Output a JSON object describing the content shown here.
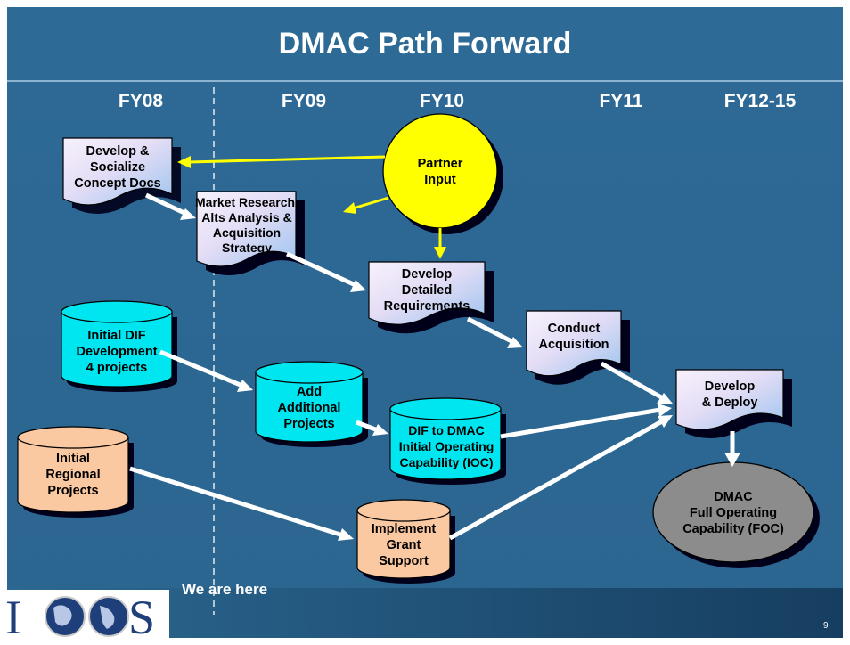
{
  "slide": {
    "title": "DMAC Path Forward",
    "marker_label": "We are here",
    "page_number": "9"
  },
  "years": [
    "FY08",
    "FY09",
    "FY10",
    "FY11",
    "FY12-15"
  ],
  "logo": {
    "text": "IOOS",
    "icon": "ioos-globe-logo"
  },
  "nodes": {
    "develop_concept": {
      "lines": [
        "Develop &",
        "Socialize",
        "Concept Docs"
      ],
      "shape": "document"
    },
    "market_research": {
      "lines": [
        "Market Research,",
        "Alts Analysis &",
        "Acquisition",
        "Strategy"
      ],
      "shape": "document"
    },
    "partner_input": {
      "lines": [
        "Partner",
        "Input"
      ],
      "shape": "circle"
    },
    "detailed_reqs": {
      "lines": [
        "Develop",
        "Detailed",
        "Requirements"
      ],
      "shape": "document"
    },
    "conduct_acq": {
      "lines": [
        "Conduct",
        "Acquisition"
      ],
      "shape": "document"
    },
    "initial_dif": {
      "lines": [
        "Initial DIF",
        "Development",
        "4 projects"
      ],
      "shape": "cylinder"
    },
    "add_projects": {
      "lines": [
        "Add",
        "Additional",
        "Projects"
      ],
      "shape": "cylinder"
    },
    "dif_to_dmac": {
      "lines": [
        "DIF to DMAC",
        "Initial Operating",
        "Capability (IOC)"
      ],
      "shape": "cylinder"
    },
    "initial_regional": {
      "lines": [
        "Initial",
        "Regional",
        "Projects"
      ],
      "shape": "cylinder"
    },
    "grant_support": {
      "lines": [
        "Implement",
        "Grant",
        "Support"
      ],
      "shape": "cylinder"
    },
    "develop_deploy": {
      "lines": [
        "Develop",
        "& Deploy"
      ],
      "shape": "document"
    },
    "dmac_foc": {
      "lines": [
        "DMAC",
        "Full Operating",
        "Capability (FOC)"
      ],
      "shape": "ellipse"
    }
  },
  "colors": {
    "background": "#2e6a96",
    "footer_band": "#1e4c72",
    "document_gradient": [
      "#f4eefa",
      "#a8ccf2"
    ],
    "cylinder_teal": "#00e6f0",
    "cylinder_peach": "#fbc9a1",
    "partner_yellow": "#ffff00",
    "foc_gray": "#8c8c8c",
    "arrow_white": "#ffffff",
    "arrow_yellow": "#ffff00"
  }
}
